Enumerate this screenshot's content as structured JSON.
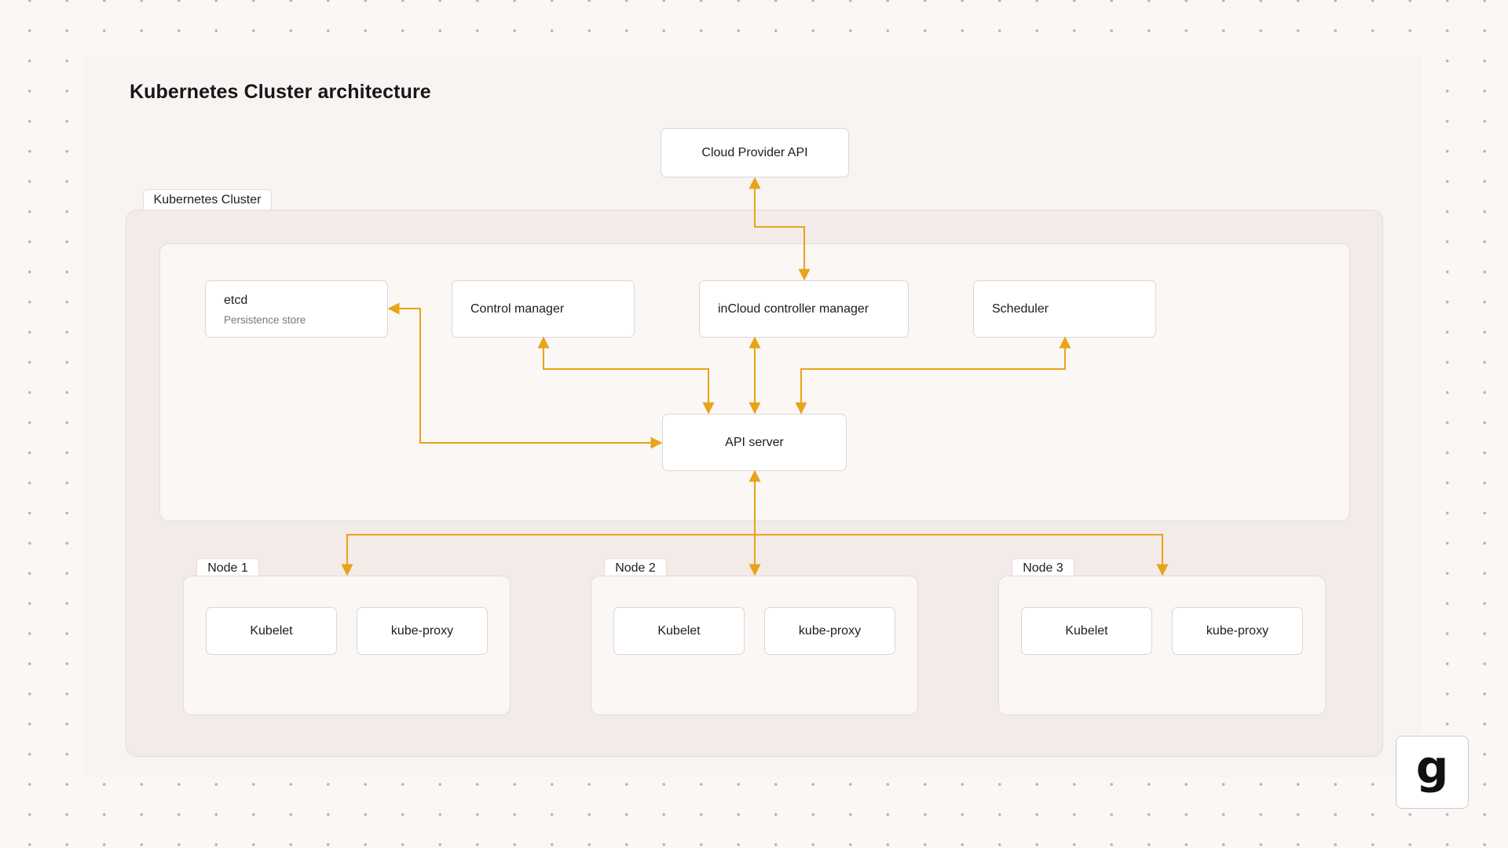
{
  "title": "Kubernetes Cluster architecture",
  "cloud_provider_api": "Cloud Provider API",
  "cluster": {
    "label": "Kubernetes Cluster",
    "control_plane": {
      "etcd": {
        "name": "etcd",
        "subtitle": "Persistence store"
      },
      "control_manager": "Control manager",
      "incloud_controller_manager": "inCloud controller manager",
      "scheduler": "Scheduler",
      "api_server": "API server"
    },
    "nodes": [
      {
        "label": "Node 1",
        "kubelet": "Kubelet",
        "kube_proxy": "kube-proxy"
      },
      {
        "label": "Node 2",
        "kubelet": "Kubelet",
        "kube_proxy": "kube-proxy"
      },
      {
        "label": "Node 3",
        "kubelet": "Kubelet",
        "kube_proxy": "kube-proxy"
      }
    ]
  },
  "logo": {
    "glyph": "g",
    "icon": "brand-logo-icon"
  },
  "colors": {
    "connector": "#e8a317",
    "background": "#faf7f5",
    "cluster_fill": "#f3ebe8"
  }
}
